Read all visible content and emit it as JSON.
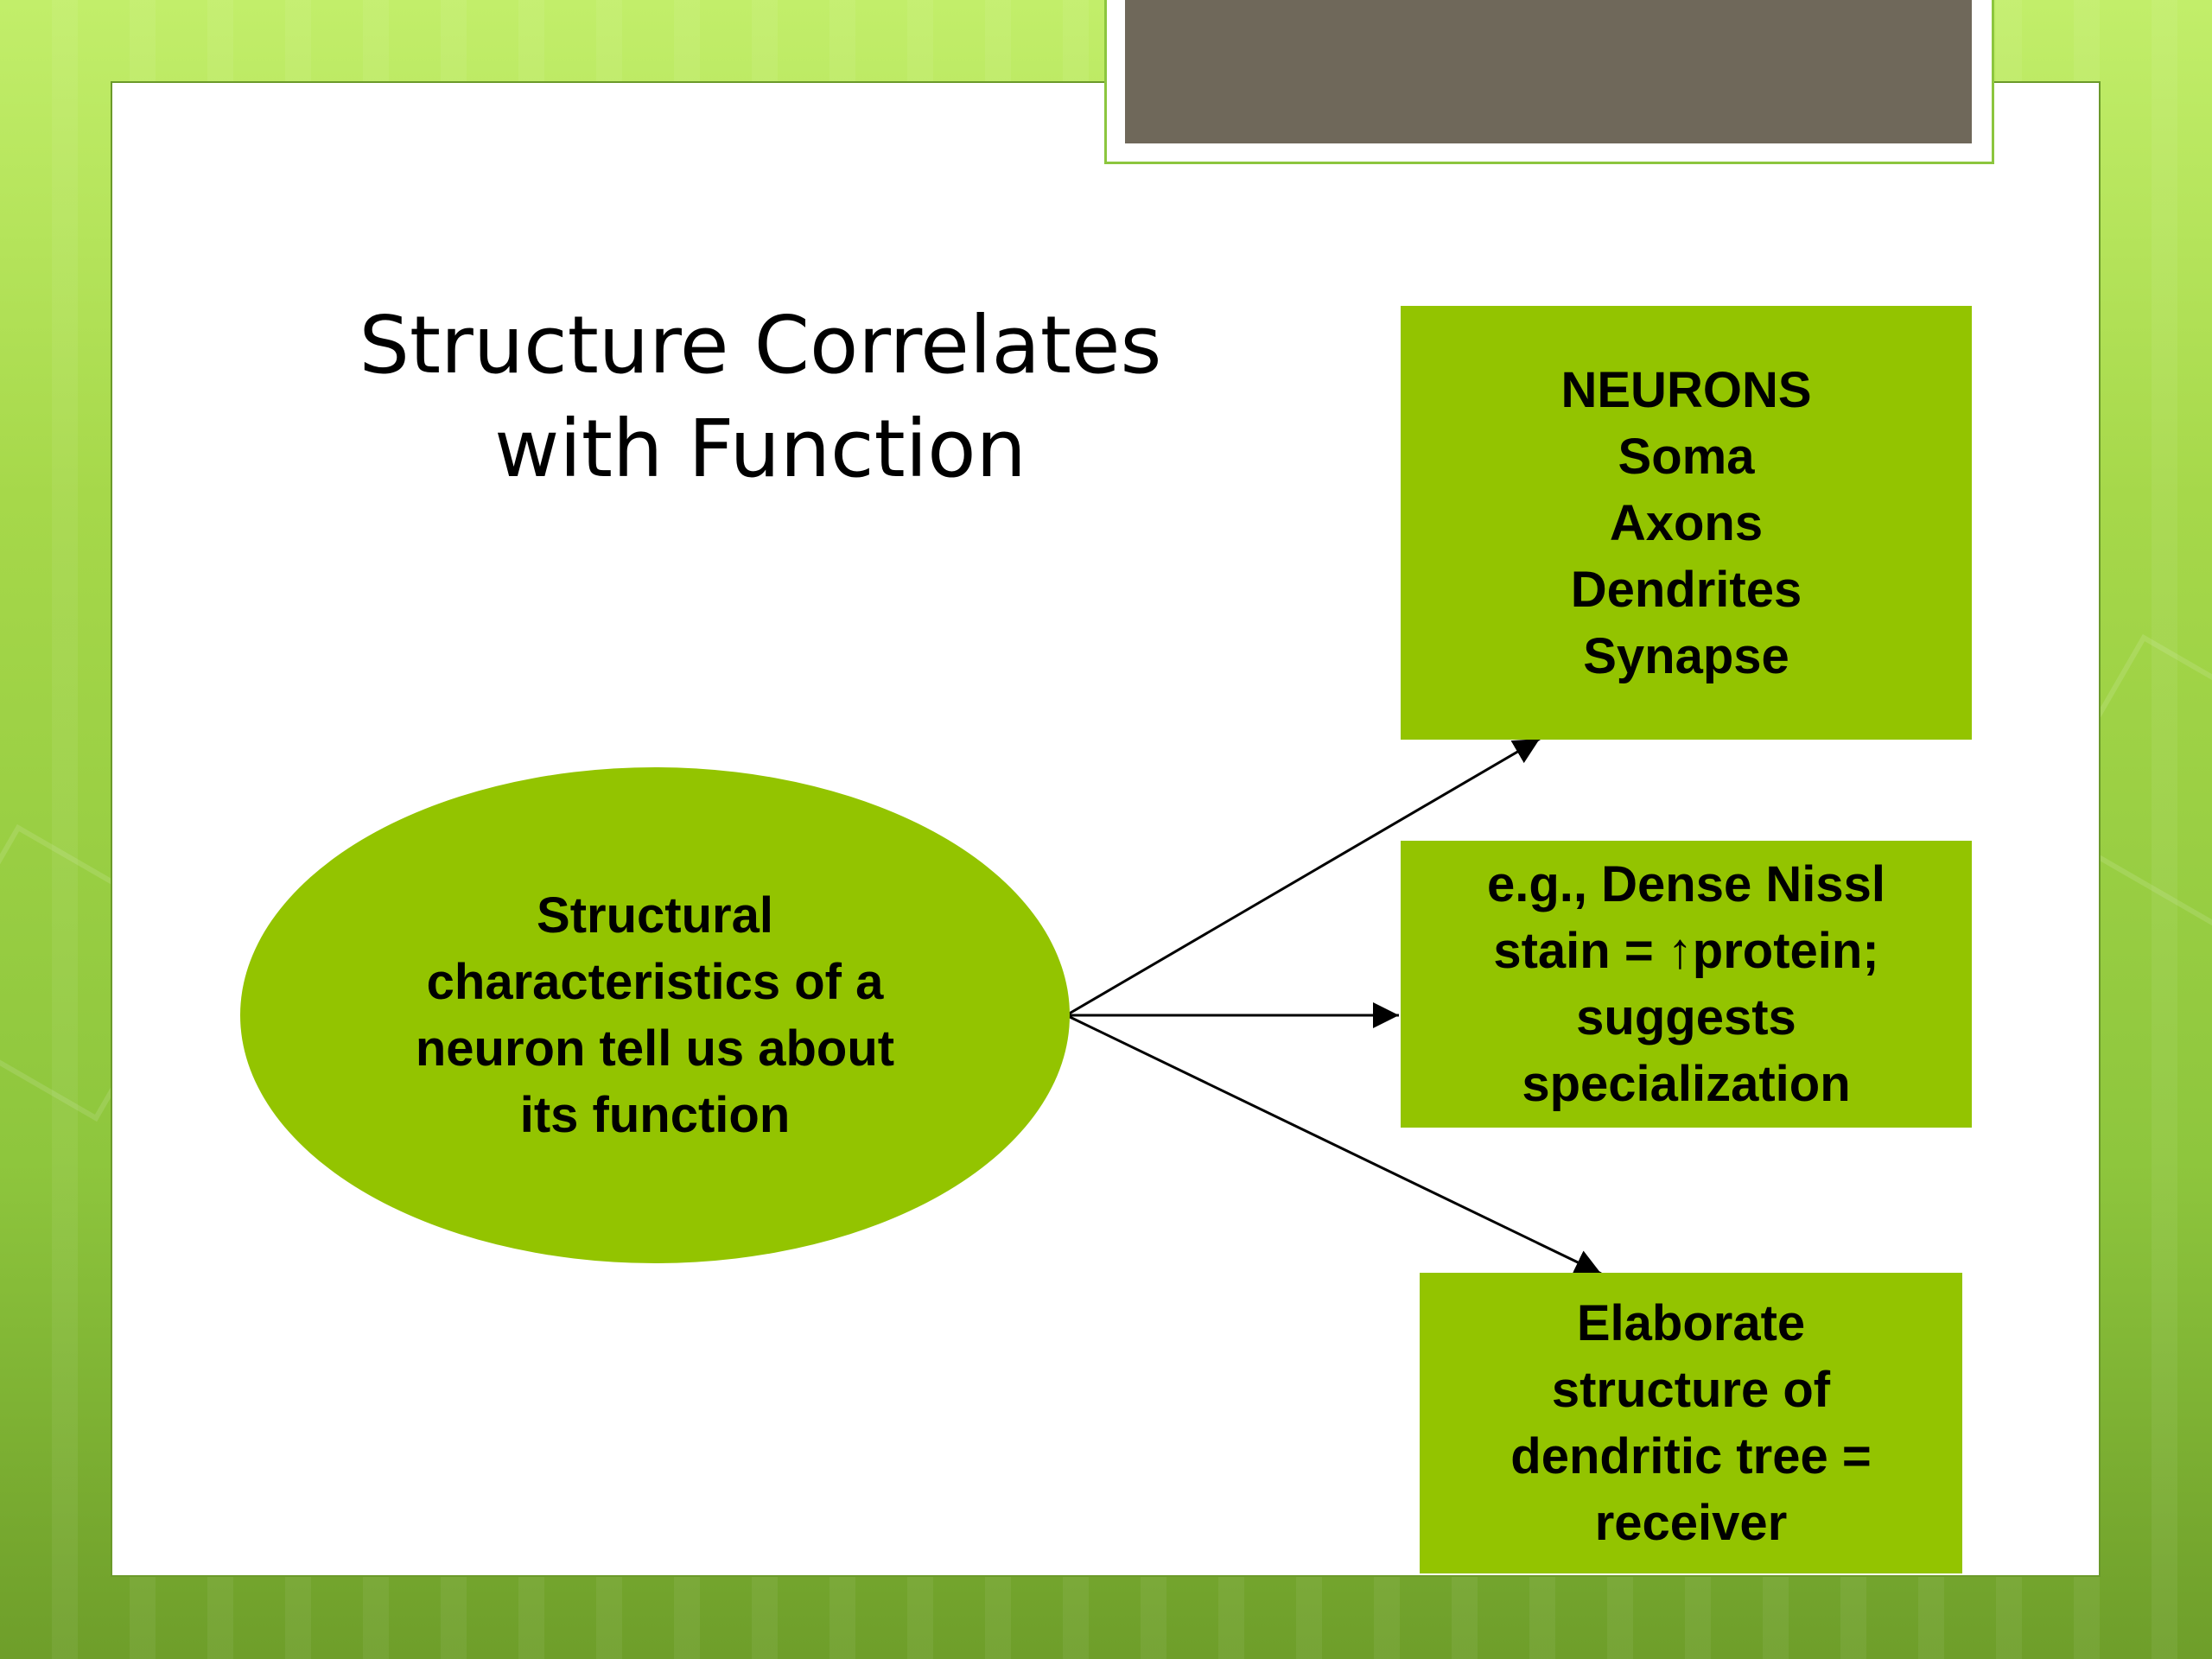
{
  "colors": {
    "background": "#a6d84a",
    "slide": "#ffffff",
    "node_fill": "#93c400",
    "title_tab": "#6f685a",
    "text": "#000000"
  },
  "title": {
    "line1": "Structure Correlates",
    "line2": "with Function"
  },
  "center_node": {
    "lines": [
      "Structural",
      "characteristics of a",
      "neuron tell us about",
      "its function"
    ]
  },
  "boxes": [
    {
      "lines": [
        "NEURONS",
        "Soma",
        "Axons",
        "Dendrites",
        "Synapse"
      ]
    },
    {
      "lines": [
        "e.g., Dense Nissl",
        "stain = ↑protein;",
        "suggests",
        "specialization"
      ]
    },
    {
      "lines": [
        "Elaborate",
        "structure of",
        "dendritic tree =",
        "receiver"
      ]
    }
  ]
}
